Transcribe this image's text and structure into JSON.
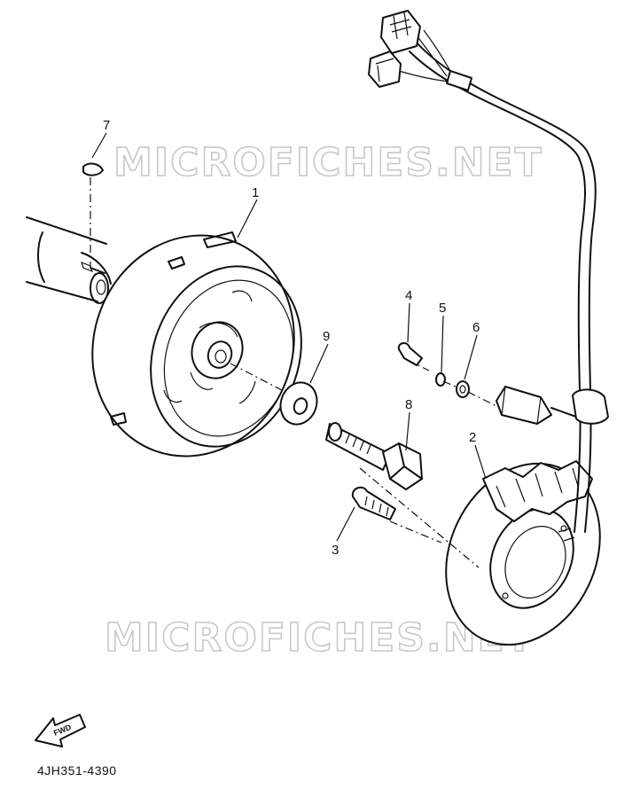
{
  "watermark": {
    "top_text": "MICROFICHES.NET",
    "bottom_text": "MICROFICHES.NET"
  },
  "callouts": [
    "1",
    "2",
    "3",
    "4",
    "5",
    "6",
    "7",
    "8",
    "9"
  ],
  "fwd_label": "FWD",
  "diagram_code": "4JH351-4390"
}
